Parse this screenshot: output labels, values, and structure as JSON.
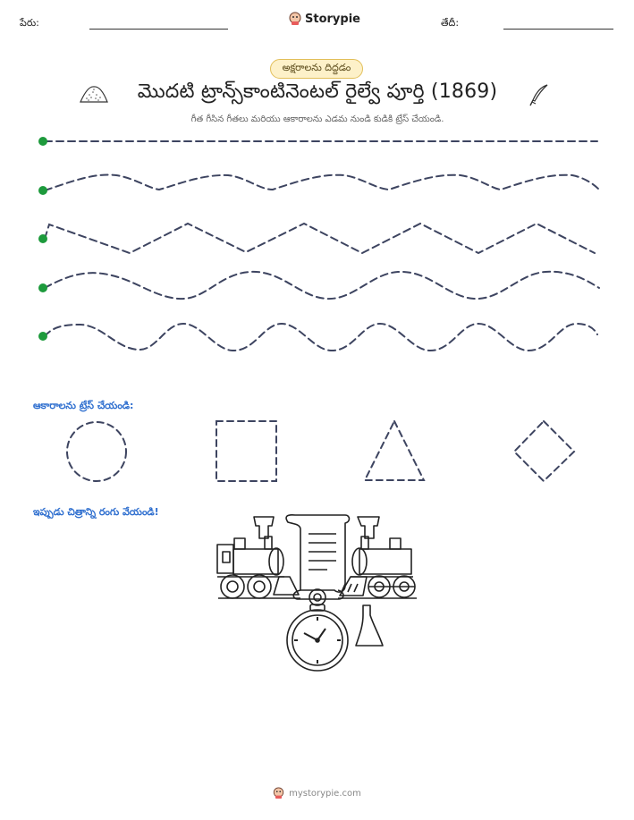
{
  "header": {
    "name_label": "పేరు:",
    "date_label": "తేదీ:",
    "logo_text": "Storypie"
  },
  "badge": "అక్షరాలను దిద్దడం",
  "title": "మొదటి ట్రాన్స్‌కాంటినెంటల్ రైల్వే పూర్తి (1869)",
  "subtitle": "గీత గీసిన గీతలు మరియు ఆకారాలను ఎడమ నుండి కుడికి ట్రేస్ చేయండి.",
  "line_types": [
    "straight",
    "wave",
    "zigzag",
    "smooth-wave",
    "tight-wave"
  ],
  "shapes_label": "ఆకారాలను ట్రేస్ చేయండి:",
  "shapes": [
    "circle",
    "square",
    "triangle",
    "diamond"
  ],
  "color_label": "ఇప్పుడు చిత్రాన్ని రంగు వేయండి!",
  "footer": "mystorypie.com",
  "colors": {
    "trace": "#3d4460",
    "start_dot": "#1d9a3c",
    "section": "#2f6fcf",
    "badge_bg": "#fdf1c9"
  },
  "icons": [
    "sand-pile-icon",
    "feather-quill-icon",
    "storypie-logo-icon"
  ]
}
